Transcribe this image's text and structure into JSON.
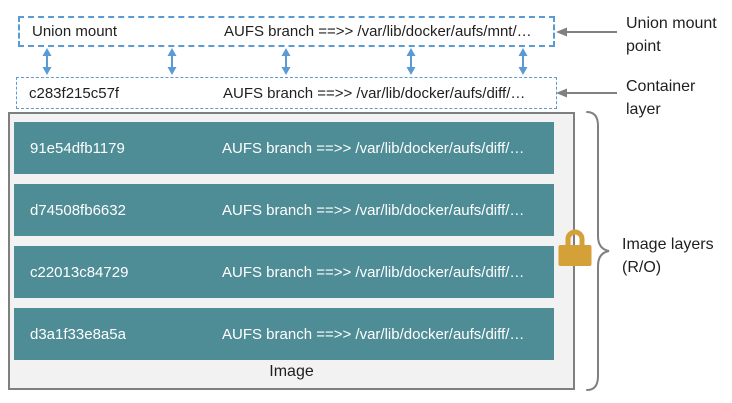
{
  "colors": {
    "accent_blue": "#5B9BD5",
    "layer_teal": "#4E8C96",
    "image_box_bg": "#F2F2F2",
    "image_box_border": "#7F7F7F",
    "annotation_gray": "#808080",
    "lock_gold": "#D4A139",
    "text_dark": "#1F1F1F",
    "layer_text": "#FFFFFF"
  },
  "union_mount": {
    "label": "Union mount",
    "branch": "AUFS branch ==>> /var/lib/docker/aufs/mnt/…"
  },
  "container": {
    "id": "c283f215c57f",
    "branch": "AUFS branch ==>> /var/lib/docker/aufs/diff/…"
  },
  "image_box": {
    "caption": "Image",
    "layers": [
      {
        "id": "91e54dfb1179",
        "branch": "AUFS branch ==>> /var/lib/docker/aufs/diff/…"
      },
      {
        "id": "d74508fb6632",
        "branch": "AUFS branch ==>> /var/lib/docker/aufs/diff/…"
      },
      {
        "id": "c22013c84729",
        "branch": "AUFS branch ==>> /var/lib/docker/aufs/diff/…"
      },
      {
        "id": "d3a1f33e8a5a",
        "branch": "AUFS branch ==>> /var/lib/docker/aufs/diff/…"
      }
    ]
  },
  "annotations": {
    "union_mount_point": "Union mount point",
    "container_layer": "Container layer",
    "image_layers": "Image layers (R/O)"
  },
  "icons": {
    "lock": "lock-icon",
    "sync_arrow": "double-arrow-icon",
    "pointer_arrow": "left-arrow-icon",
    "brace": "curly-brace"
  }
}
